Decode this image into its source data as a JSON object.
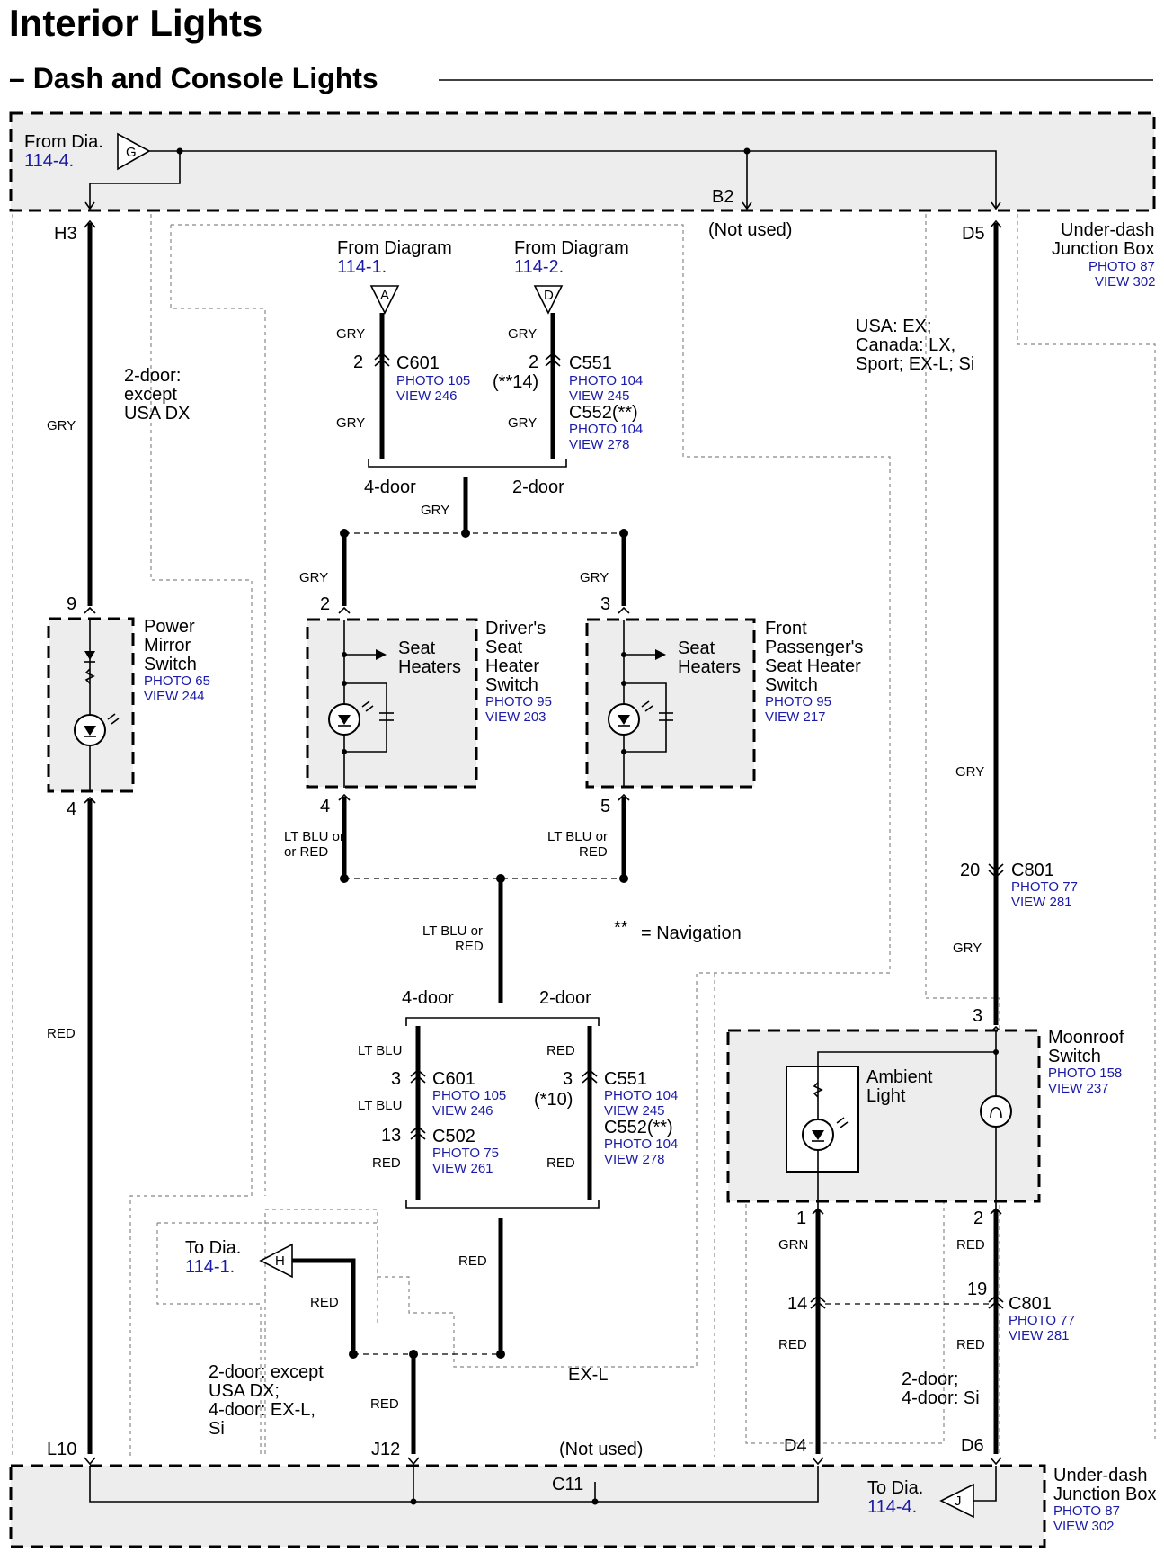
{
  "title": "Interior Lights",
  "subtitle": "– Dash and Console Lights",
  "top_box": {
    "from_label": "From Dia.",
    "from_ref": "114-4.",
    "connector": "G",
    "b2": "B2",
    "b2_note": "(Not used)"
  },
  "junction_box": {
    "name_line1": "Under-dash",
    "name_line2": "Junction Box",
    "photo": "PHOTO 87",
    "view": "VIEW 302"
  },
  "terminals": {
    "h3": "H3",
    "d5": "D5",
    "l10": "L10",
    "j12": "J12",
    "d4": "D4",
    "d6": "D6",
    "c11": "C11",
    "c11_note": "(Not used)"
  },
  "wire_colors": {
    "gry": "GRY",
    "red": "RED",
    "grn": "GRN",
    "ltblu": "LT BLU",
    "ltblu_or_red_1": "LT BLU or",
    "ltblu_or_red_2": "or RED",
    "ltblu_or_red_3": "LT BLU or",
    "ltblu_or_red_4": "RED",
    "ltblu_or_red_5": "LT BLU or",
    "ltblu_or_red_6": "RED"
  },
  "conditions": {
    "two_door_except": [
      "2-door:",
      "except",
      "USA DX"
    ],
    "usa_ex": [
      "USA: EX;",
      "Canada: LX,",
      "Sport; EX-L; Si"
    ],
    "four_door": "4-door",
    "two_door": "2-door",
    "navigation_mark": "**",
    "navigation_text": "=  Navigation",
    "exl": "EX-L",
    "bottom_left": [
      "2-door: except",
      "USA DX;",
      "4-door: EX-L,",
      "Si"
    ],
    "two_door_si": [
      "2-door;",
      "4-door: Si"
    ]
  },
  "from_diagram_a": {
    "label": "From Diagram",
    "ref": "114-1.",
    "connector": "A"
  },
  "from_diagram_d": {
    "label": "From Diagram",
    "ref": "114-2.",
    "connector": "D"
  },
  "connectors": {
    "c601_top": {
      "name": "C601",
      "pin": "2",
      "photo": "PHOTO 105",
      "view": "VIEW 246"
    },
    "c551_top": {
      "name": "C551",
      "pin": "2",
      "pin2": "(**14)",
      "photo": "PHOTO 104",
      "view": "VIEW 245"
    },
    "c552_top": {
      "name": "C552(**)",
      "photo": "PHOTO 104",
      "view": "VIEW 278"
    },
    "c601_bot": {
      "name": "C601",
      "pin": "3",
      "photo": "PHOTO 105",
      "view": "VIEW 246"
    },
    "c502": {
      "name": "C502",
      "pin": "13",
      "photo": "PHOTO 75",
      "view": "VIEW 261"
    },
    "c551_bot": {
      "name": "C551",
      "pin": "3",
      "pin2": "(*10)",
      "photo": "PHOTO 104",
      "view": "VIEW 245"
    },
    "c552_bot": {
      "name": "C552(**)",
      "photo": "PHOTO 104",
      "view": "VIEW 278"
    },
    "c801_top": {
      "name": "C801",
      "pin": "20",
      "photo": "PHOTO 77",
      "view": "VIEW 281"
    },
    "c801_bot": {
      "name": "C801",
      "pin_left": "14",
      "pin_right": "19",
      "photo": "PHOTO 77",
      "view": "VIEW 281"
    }
  },
  "components": {
    "power_mirror": {
      "name": [
        "Power",
        "Mirror",
        "Switch"
      ],
      "photo": "PHOTO 65",
      "view": "VIEW 244",
      "pin_top": "9",
      "pin_bot": "4"
    },
    "driver_seat": {
      "inner": [
        "Seat",
        "Heaters"
      ],
      "name": [
        "Driver's",
        "Seat",
        "Heater",
        "Switch"
      ],
      "photo": "PHOTO 95",
      "view": "VIEW 203",
      "pin_top": "2",
      "pin_bot": "4"
    },
    "pass_seat": {
      "inner": [
        "Seat",
        "Heaters"
      ],
      "name": [
        "Front",
        "Passenger's",
        "Seat Heater",
        "Switch"
      ],
      "photo": "PHOTO 95",
      "view": "VIEW 217",
      "pin_top": "3",
      "pin_bot": "5"
    },
    "moonroof": {
      "name": [
        "Moonroof",
        "Switch"
      ],
      "photo": "PHOTO 158",
      "view": "VIEW 237",
      "inner": [
        "Ambient",
        "Light"
      ],
      "pin_top": "3",
      "pin_bot_l": "1",
      "pin_bot_r": "2"
    }
  },
  "to_dia_h": {
    "label": "To Dia.",
    "ref": "114-1.",
    "connector": "H"
  },
  "to_dia_j": {
    "label": "To Dia.",
    "ref": "114-4.",
    "connector": "J"
  }
}
